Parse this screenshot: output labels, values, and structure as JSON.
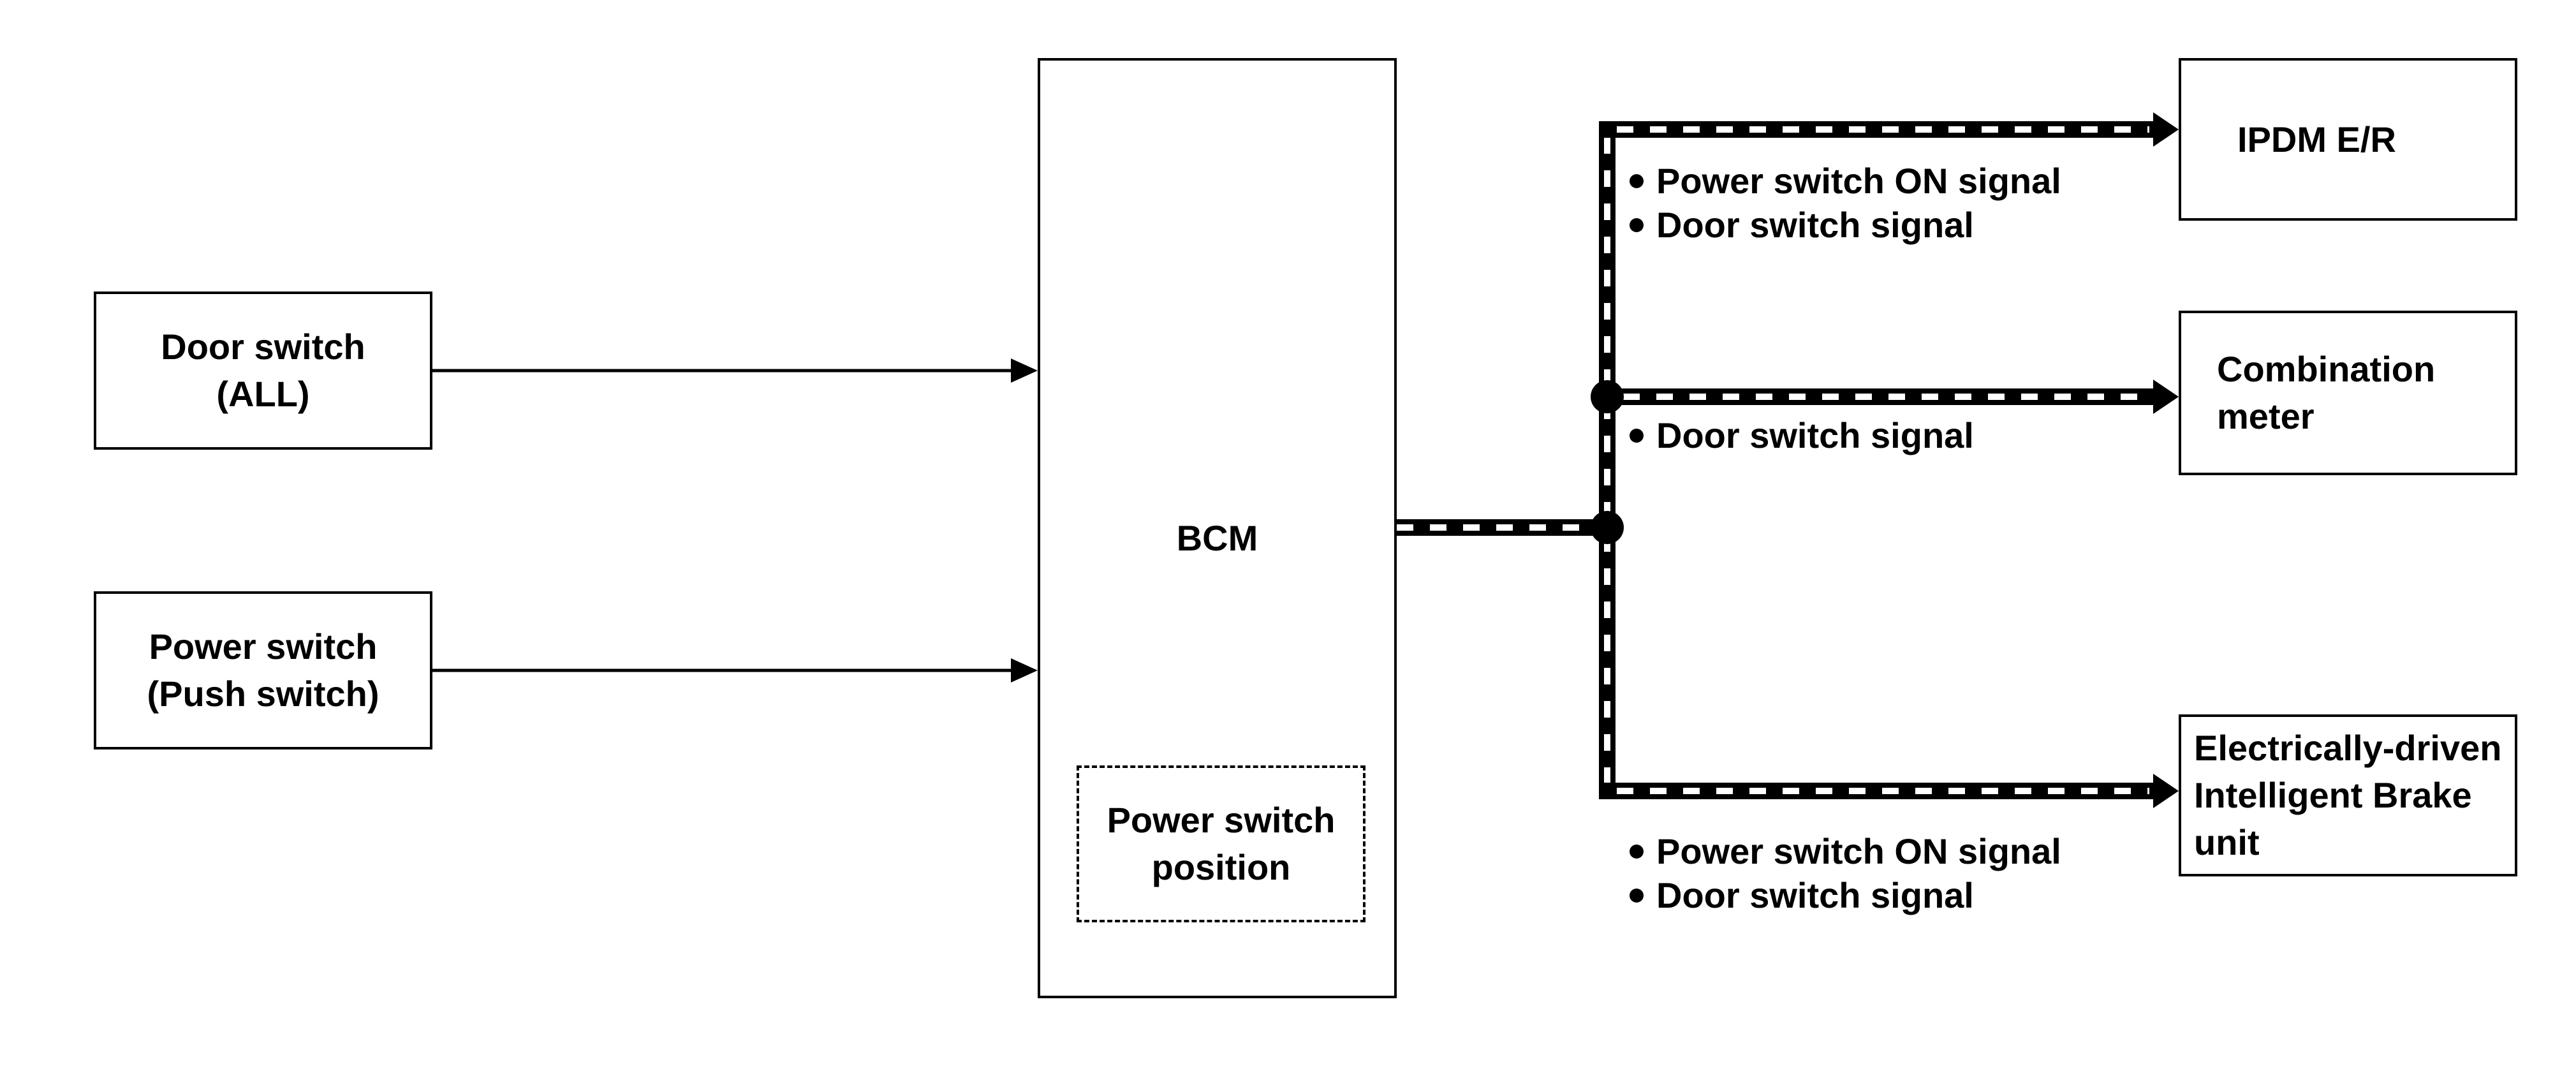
{
  "boxes": {
    "door_switch": {
      "line1": "Door switch",
      "line2": "(ALL)"
    },
    "power_switch": {
      "line1": "Power switch",
      "line2": "(Push switch)"
    },
    "bcm": {
      "label": "BCM",
      "inner_line1": "Power switch",
      "inner_line2": "position"
    },
    "ipdm": {
      "label": "IPDM E/R"
    },
    "combination_meter": {
      "line1": "Combination",
      "line2": "meter"
    },
    "brake_unit": {
      "line1": "Electrically-driven",
      "line2": "Intelligent Brake",
      "line3": "unit"
    }
  },
  "signals": {
    "ipdm": [
      "Power switch ON signal",
      "Door switch signal"
    ],
    "combination_meter": [
      "Door switch signal"
    ],
    "brake_unit": [
      "Power switch ON signal",
      "Door switch signal"
    ]
  },
  "colors": {
    "line": "#000000",
    "background": "#ffffff"
  }
}
